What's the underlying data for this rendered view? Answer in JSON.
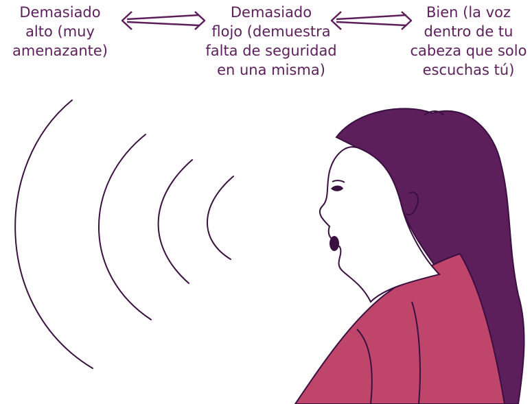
{
  "labels": [
    {
      "id": "loud",
      "text": "Demasiado\nalto (muy\namenazante)"
    },
    {
      "id": "soft",
      "text": "Demasiado\nflojo (demuestra\nfalta de seguridad\nen una misma)"
    },
    {
      "id": "good",
      "text": "Bien (la voz\ndentro de tu\ncabeza que solo\nescuchas tú)"
    }
  ],
  "colors": {
    "text": "#5c1f5c",
    "hair": "#5c1f5c",
    "jacket": "#c0456a",
    "line": "#3a1040"
  },
  "icons": [
    "double-arrow-icon",
    "sound-wave-icon"
  ]
}
